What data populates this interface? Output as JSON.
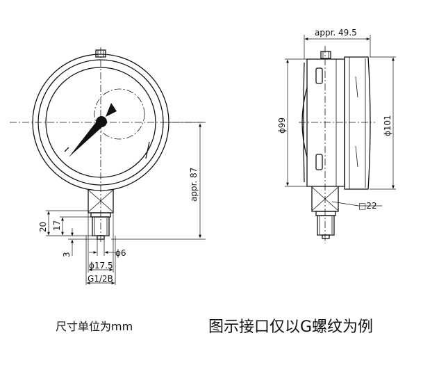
{
  "front_view": {
    "dim_height": "appr. 87",
    "dim_20": "20",
    "dim_17": "17",
    "dim_3": "3",
    "dim_hole": "ϕ6",
    "dim_flange": "ϕ17.5",
    "dim_thread": "G1/2B"
  },
  "side_view": {
    "dim_depth": "appr. 49.5",
    "dim_case": "ϕ99",
    "dim_bezel": "ϕ101",
    "dim_hex": "□22"
  },
  "captions": {
    "units": "尺寸单位为mm",
    "note": "图示接口仅以G螺纹为例"
  }
}
